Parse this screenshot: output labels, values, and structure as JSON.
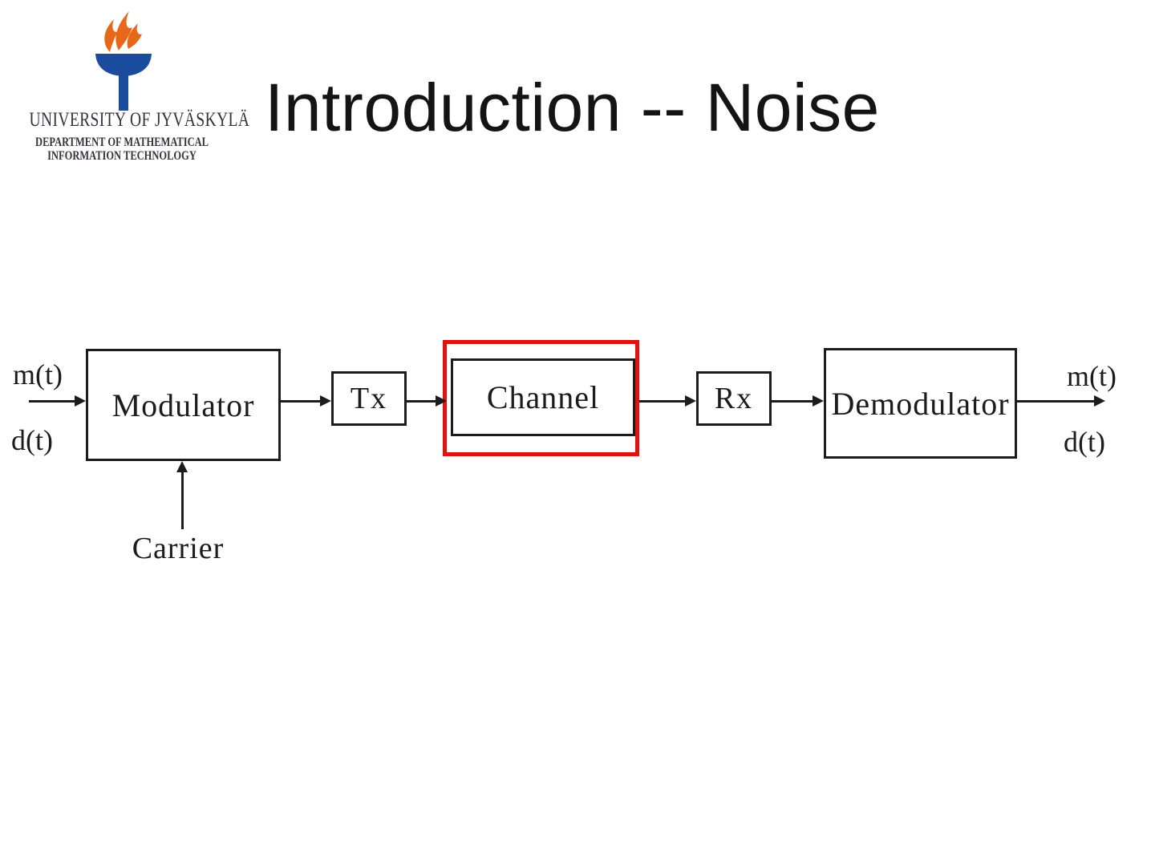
{
  "title": "Introduction -- Noise",
  "logo": {
    "university": "UNIVERSITY OF JYVÄSKYLÄ",
    "department_line1": "DEPARTMENT OF MATHEMATICAL",
    "department_line2": "INFORMATION TECHNOLOGY"
  },
  "colors": {
    "flame_orange": "#e8681a",
    "torch_blue": "#1b4b9d",
    "highlight_red": "#de1310",
    "ink_black": "#1c1c1c"
  },
  "diagram": {
    "input": {
      "top_label": "m(t)",
      "bottom_label": "d(t)"
    },
    "output": {
      "top_label": "m(t)",
      "bottom_label": "d(t)"
    },
    "carrier_label": "Carrier",
    "blocks": [
      {
        "id": "modulator",
        "label": "Modulator",
        "highlighted": false
      },
      {
        "id": "tx",
        "label": "Tx",
        "highlighted": false
      },
      {
        "id": "channel",
        "label": "Channel",
        "highlighted": true
      },
      {
        "id": "rx",
        "label": "Rx",
        "highlighted": false
      },
      {
        "id": "demodulator",
        "label": "Demodulator",
        "highlighted": false
      }
    ]
  }
}
